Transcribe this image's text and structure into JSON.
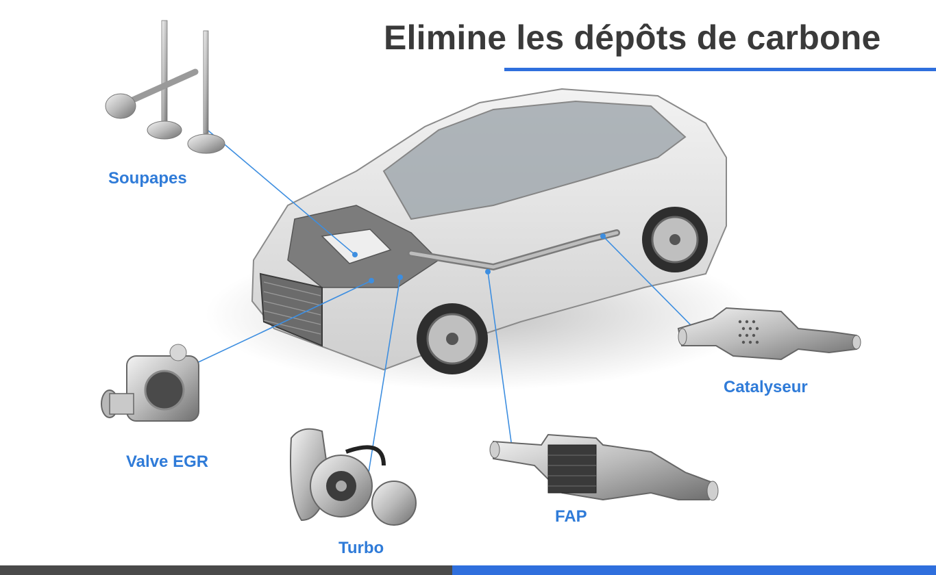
{
  "title": "Elimine les dépôts de carbone",
  "colors": {
    "accent": "#2f6fdd",
    "label": "#2f7bd8",
    "title": "#3a3a3a",
    "footer_dark": "#4a4a4a"
  },
  "parts": [
    {
      "id": "soupapes",
      "label": "Soupapes"
    },
    {
      "id": "valve-egr",
      "label": "Valve EGR"
    },
    {
      "id": "turbo",
      "label": "Turbo"
    },
    {
      "id": "fap",
      "label": "FAP"
    },
    {
      "id": "catalyseur",
      "label": "Catalyseur"
    }
  ]
}
